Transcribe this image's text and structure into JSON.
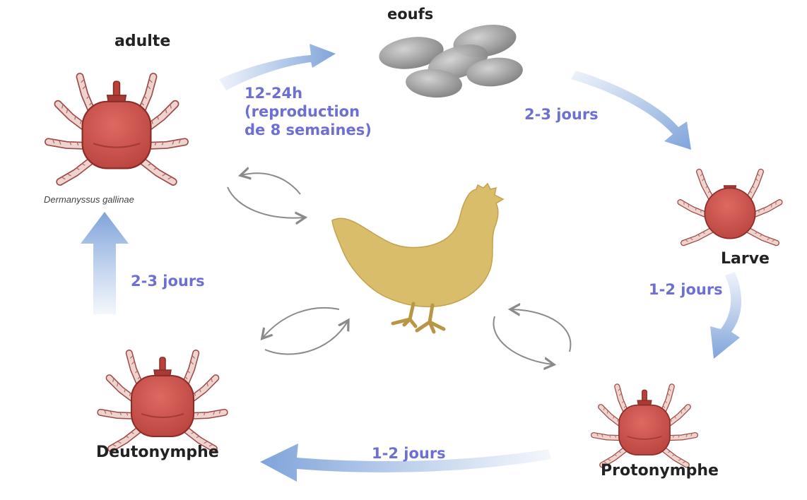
{
  "stages": {
    "eggs": "eoufs",
    "adult": "adulte",
    "adult_species": "Dermanyssus gallinae",
    "larva": "Larve",
    "protonymph": "Protonymphe",
    "deutonymph": "Deutonymphe"
  },
  "durations": {
    "adult_to_eggs_line1": "12-24h",
    "adult_to_eggs_line2": "(reproduction",
    "adult_to_eggs_line3": "de 8 semaines)",
    "eggs_to_larva": "2-3 jours",
    "larva_to_protonymph": "1-2 jours",
    "protonymph_to_deutonymph": "1-2 jours",
    "deutonymph_to_adult": "2-3 jours"
  },
  "colors": {
    "mite_body": "#c8504a",
    "mite_outline": "#8a2c28",
    "leg_fill": "#ecc8c2",
    "hen_fill": "#d9bd6a",
    "egg_fill": "#9a9a9a",
    "cycle_arrow": "#8fb0df",
    "duration_text": "#6d6fd2",
    "host_arrow": "#8a8a8a"
  },
  "icons": {
    "host": "hen-icon",
    "mite": "mite-icon",
    "eggs": "eggs-icon"
  }
}
